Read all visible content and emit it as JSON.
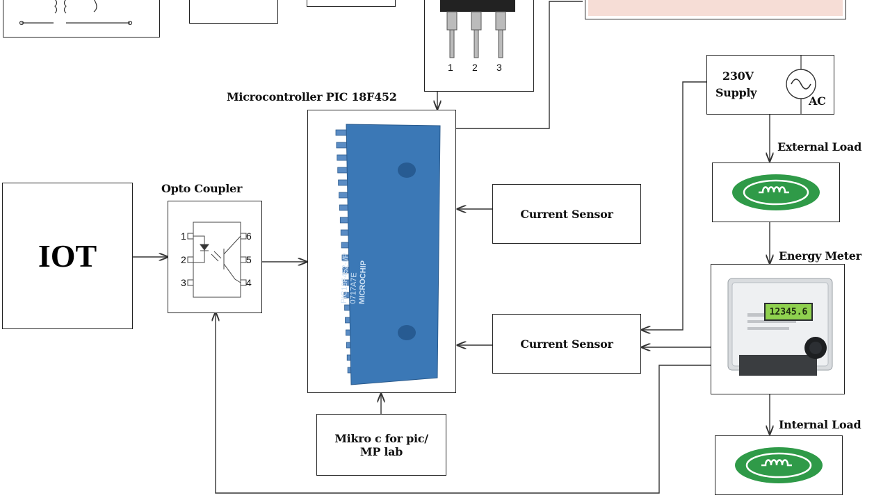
{
  "blocks": {
    "iot": "IOT",
    "opto_coupler": "Opto Coupler",
    "opto_pins": [
      "1",
      "2",
      "3",
      "4",
      "5",
      "6"
    ],
    "regulator_pins": [
      "1",
      "2",
      "3"
    ],
    "microcontroller": "Microcontroller PIC 18F452",
    "chip_marking": [
      "PIC18F452-I/P",
      "0717A7E",
      "MICROCHIP"
    ],
    "current_sensor_1": "Current Sensor",
    "current_sensor_2": "Current Sensor",
    "supply_line1": "230V",
    "supply_line2": "Supply",
    "ac_label": "AC",
    "external_load": "External Load",
    "energy_meter": "Energy Meter",
    "meter_display": "12345.6",
    "internal_load": "Internal Load",
    "software_line1": "Mikro c for pic/",
    "software_line2": "MP lab"
  },
  "colors": {
    "chip_blue": "#3b78b6",
    "load_green": "#2f9a48",
    "lcd_pink": "#f6ddd6",
    "meter_lcd": "#8fd14f"
  }
}
